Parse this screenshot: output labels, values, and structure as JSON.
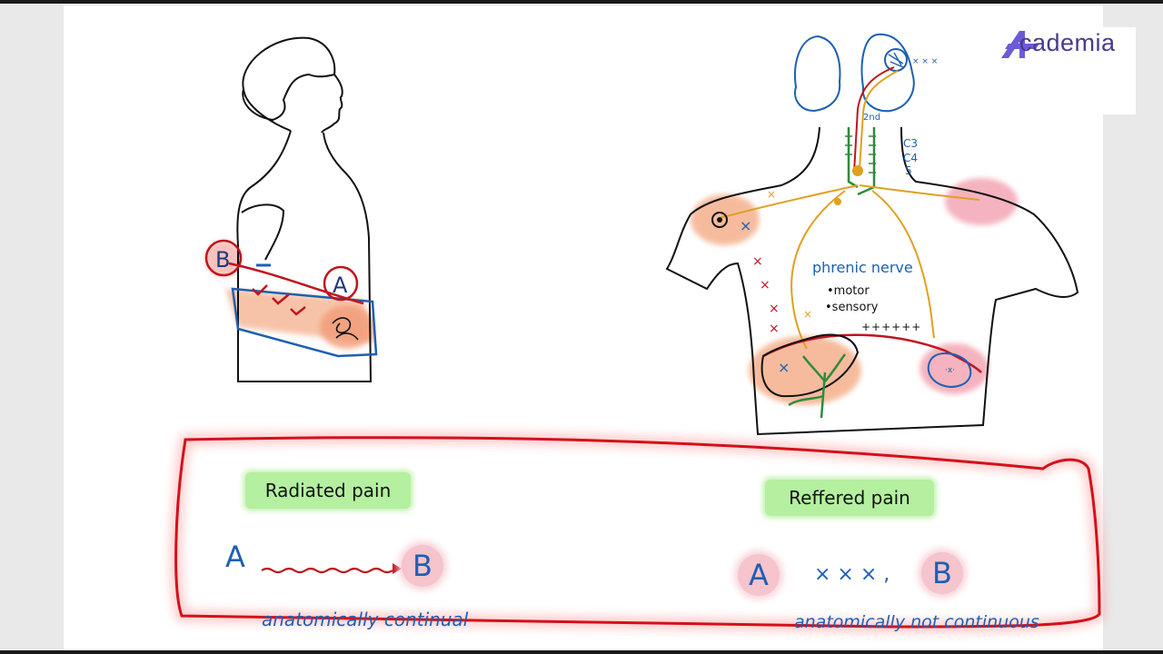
{
  "brand": {
    "logo_text": "cademia",
    "logo_mark": "A"
  },
  "left_figure": {
    "label_b": "B",
    "label_a": "A"
  },
  "right_figure": {
    "nerve_label": "phrenic nerve",
    "motor": "•motor",
    "sensory": "•sensory",
    "spinal_levels": [
      "C3",
      "C4",
      "5"
    ],
    "second": "2nd",
    "plus_marks": "++++++"
  },
  "legend": {
    "radiated_title": "Radiated pain",
    "referred_title": "Reffered pain",
    "radiated_a": "A",
    "radiated_b": "B",
    "referred_a": "A",
    "referred_b": "B",
    "referred_marks": "× × × ,",
    "radiated_note": "anatomically continual",
    "referred_note": "anatomically not continuous"
  },
  "colors": {
    "outline": "#111111",
    "blue_ink": "#1e5fb3",
    "red_ink": "#c0141c",
    "orange_ink": "#e0a020",
    "green_ink": "#2e8b3a",
    "pain_highlight": "#f5b08c",
    "pink_highlight": "#f3a6b3",
    "pill_green": "#b4f0a0"
  }
}
